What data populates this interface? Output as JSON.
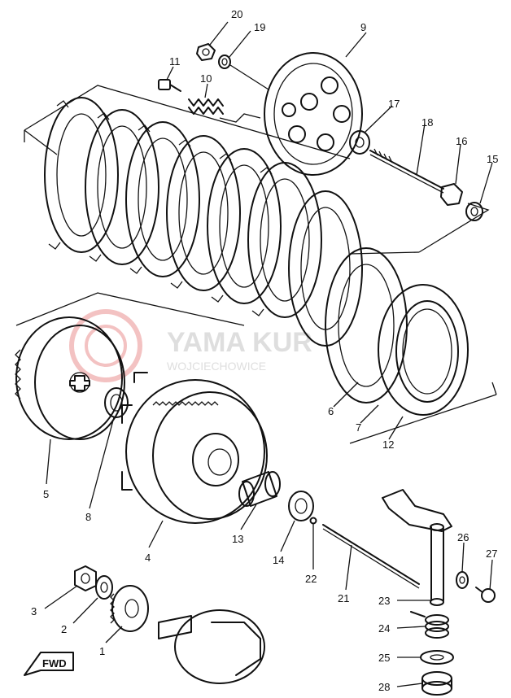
{
  "watermark": {
    "line1": "YAMA KUR",
    "line2": "WOJCIECHOWICE",
    "color": "#d6d6d6",
    "logo_color": "#f2b8b8"
  },
  "fwd_label": "FWD",
  "callouts": [
    {
      "id": "20",
      "label": "20"
    },
    {
      "id": "19",
      "label": "19"
    },
    {
      "id": "9",
      "label": "9"
    },
    {
      "id": "11",
      "label": "11"
    },
    {
      "id": "10",
      "label": "10"
    },
    {
      "id": "17",
      "label": "17"
    },
    {
      "id": "18",
      "label": "18"
    },
    {
      "id": "16",
      "label": "16"
    },
    {
      "id": "15",
      "label": "15"
    },
    {
      "id": "6",
      "label": "6"
    },
    {
      "id": "7",
      "label": "7"
    },
    {
      "id": "12",
      "label": "12"
    },
    {
      "id": "5",
      "label": "5"
    },
    {
      "id": "8",
      "label": "8"
    },
    {
      "id": "4",
      "label": "4"
    },
    {
      "id": "13",
      "label": "13"
    },
    {
      "id": "14",
      "label": "14"
    },
    {
      "id": "22",
      "label": "22"
    },
    {
      "id": "21",
      "label": "21"
    },
    {
      "id": "26",
      "label": "26"
    },
    {
      "id": "27",
      "label": "27"
    },
    {
      "id": "23",
      "label": "23"
    },
    {
      "id": "24",
      "label": "24"
    },
    {
      "id": "25",
      "label": "25"
    },
    {
      "id": "28",
      "label": "28"
    },
    {
      "id": "3",
      "label": "3"
    },
    {
      "id": "2",
      "label": "2"
    },
    {
      "id": "1",
      "label": "1"
    }
  ]
}
